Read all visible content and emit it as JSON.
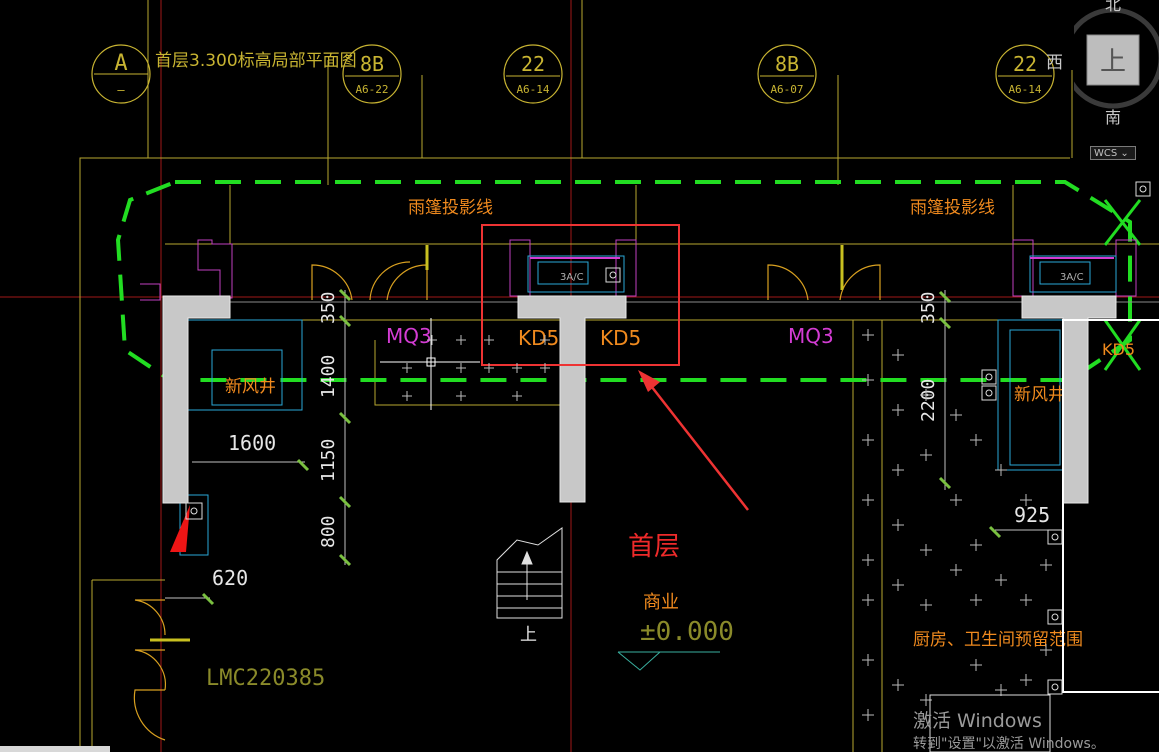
{
  "grid_bubbles": [
    {
      "top": "A",
      "bottom": "—"
    },
    {
      "top": "8B",
      "bottom": "A6-22"
    },
    {
      "top": "22",
      "bottom": "A6-14"
    },
    {
      "top": "8B",
      "bottom": "A6-07"
    },
    {
      "top": "22",
      "bottom": "A6-14"
    }
  ],
  "drawing_title": "首层3.300标高局部平面图",
  "canopy_label": "雨篷投影线",
  "labels": {
    "mq3": "MQ3",
    "kd5": "KD5",
    "xinfengjing": "新风井",
    "shouceng": "首层",
    "shangye": "商业",
    "elevation": "±0.000",
    "lmc": "LMC220385",
    "kitchen": "厨房、卫生间预留范围",
    "stair_up": "上",
    "kd5_partial": "KD5"
  },
  "dimensions": {
    "d350a": "350",
    "d1400": "1400",
    "d1600": "1600",
    "d1150": "1150",
    "d800": "800",
    "d620": "620",
    "d350b": "350",
    "d2200": "2200",
    "d925": "925"
  },
  "viewcube": {
    "north": "北",
    "top": "上",
    "south": "南",
    "west": "西",
    "wcs": "WCS"
  },
  "watermark": {
    "line1": "激活 Windows",
    "line2": "转到\"设置\"以激活 Windows。"
  },
  "colors": {
    "background": "#000000",
    "canopy_line": "#22dd22",
    "highlight_box": "#ee3333",
    "wall_fill": "#c8c8c8",
    "annotation": "#f08a1e",
    "grid_text": "#c8b432"
  }
}
